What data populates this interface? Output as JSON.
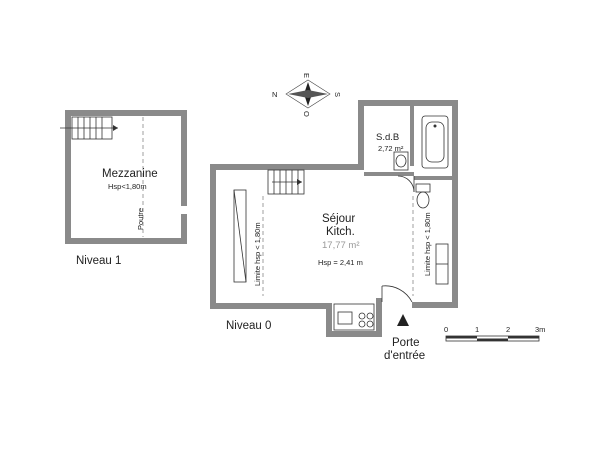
{
  "compass": {
    "n": "N",
    "e": "E",
    "s": "S",
    "o": "O"
  },
  "level1": {
    "title": "Niveau 1",
    "room_name": "Mezzanine",
    "room_height": "Hsp<1,80m",
    "beam_label": "Poutre"
  },
  "level0": {
    "title": "Niveau 0",
    "living_name": "Séjour",
    "living_sub": "Kitch.",
    "living_area": "17,77 m²",
    "living_height": "Hsp = 2,41 m",
    "limit_left": "Limite hsp < 1,80m",
    "limit_right": "Limite hsp < 1,80m",
    "bath_name": "S.d.B",
    "bath_area": "2,72 m²",
    "entrance": "Porte\nd'entrée"
  },
  "scale": {
    "ticks": [
      "0",
      "1",
      "2",
      "3m"
    ]
  },
  "colors": {
    "wall": "#8a8a8a",
    "line": "#333333"
  }
}
